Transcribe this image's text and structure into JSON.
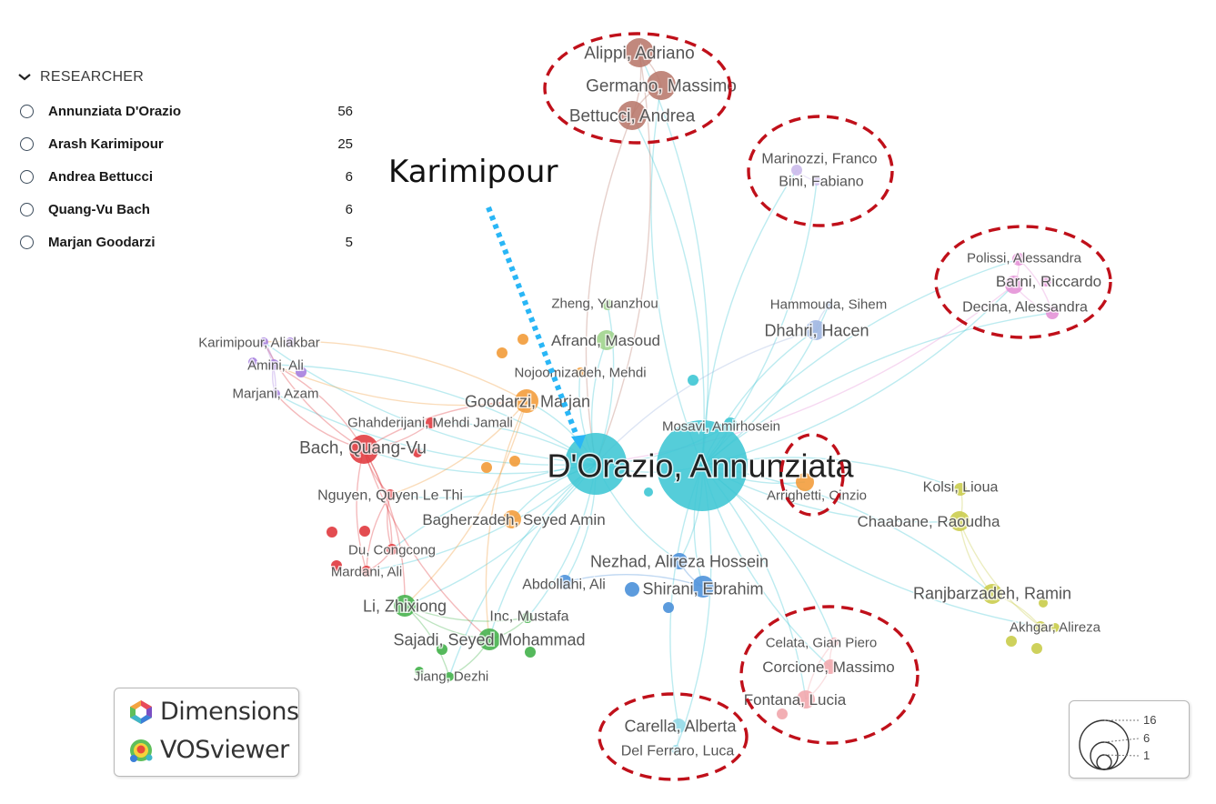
{
  "sidebar": {
    "header": "RESEARCHER",
    "items": [
      {
        "label": "Annunziata D'Orazio",
        "count": "56"
      },
      {
        "label": "Arash Karimipour",
        "count": "25"
      },
      {
        "label": "Andrea Bettucci",
        "count": "6"
      },
      {
        "label": "Quang-Vu Bach",
        "count": "6"
      },
      {
        "label": "Marjan Goodarzi",
        "count": "5"
      }
    ]
  },
  "annotation": {
    "text": "Karimipour",
    "arrow_color": "#29b6f6",
    "circle_color": "#c0101a"
  },
  "logos": {
    "dimensions": "Dimensions",
    "vosviewer": "VOSviewer"
  },
  "size_legend": {
    "values": [
      "16",
      "6",
      "1"
    ]
  },
  "colors": {
    "cyan": "#3ec6d4",
    "red": "#e0393e",
    "orange": "#f29b38",
    "purple": "#a67fdf",
    "green": "#43b14a",
    "blue": "#4a90d9",
    "brown": "#b8776b",
    "pink": "#e48fd6",
    "yellow": "#c9cc4a",
    "lightgreen": "#9ed38a",
    "salmon": "#f1a6ac",
    "lightcyan": "#8fd8e6",
    "lavender": "#c9b8ea",
    "steel": "#9db4e0"
  },
  "network": {
    "nodes": [
      {
        "id": "dorazio",
        "label": "D'Orazio, Annunziata",
        "cluster": "cyan",
        "weight": 56
      },
      {
        "id": "moscyan",
        "label": "",
        "cluster": "cyan",
        "weight": 14
      },
      {
        "id": "mosavi",
        "label": "Mosavi, Amirhosein",
        "cluster": "cyan",
        "weight": 2
      },
      {
        "id": "alippi",
        "label": "Alippi, Adriano",
        "cluster": "brown",
        "weight": 4
      },
      {
        "id": "germano",
        "label": "Germano, Massimo",
        "cluster": "brown",
        "weight": 5
      },
      {
        "id": "bettucci",
        "label": "Bettucci, Andrea",
        "cluster": "brown",
        "weight": 6
      },
      {
        "id": "marinozzi",
        "label": "Marinozzi, Franco",
        "cluster": "lavender",
        "weight": 1
      },
      {
        "id": "bini",
        "label": "Bini, Fabiano",
        "cluster": "lavender",
        "weight": 1
      },
      {
        "id": "polissi",
        "label": "Polissi, Alessandra",
        "cluster": "pink",
        "weight": 1
      },
      {
        "id": "barni",
        "label": "Barni, Riccardo",
        "cluster": "pink",
        "weight": 2
      },
      {
        "id": "decina",
        "label": "Decina, Alessandra",
        "cluster": "pink",
        "weight": 1
      },
      {
        "id": "zheng",
        "label": "Zheng, Yuanzhou",
        "cluster": "lightgreen",
        "weight": 1
      },
      {
        "id": "afrand",
        "label": "Afrand, Masoud",
        "cluster": "lightgreen",
        "weight": 3
      },
      {
        "id": "hammouda",
        "label": "Hammouda, Sihem",
        "cluster": "steel",
        "weight": 1
      },
      {
        "id": "dhahri",
        "label": "Dhahri, Hacen",
        "cluster": "steel",
        "weight": 3
      },
      {
        "id": "karimipour_a",
        "label": "Karimipour, Aliakbar",
        "cluster": "purple",
        "weight": 1
      },
      {
        "id": "amini",
        "label": "Amini, Ali",
        "cluster": "purple",
        "weight": 1
      },
      {
        "id": "marjani",
        "label": "Marjani, Azam",
        "cluster": "purple",
        "weight": 1
      },
      {
        "id": "nojoomizadeh",
        "label": "Nojoomizadeh, Mehdi",
        "cluster": "orange",
        "weight": 1
      },
      {
        "id": "goodarzi",
        "label": "Goodarzi, Marjan",
        "cluster": "orange",
        "weight": 5
      },
      {
        "id": "ghahderijani",
        "label": "Ghahderijani, Mehdi Jamali",
        "cluster": "red",
        "weight": 1
      },
      {
        "id": "bach",
        "label": "Bach, Quang-Vu",
        "cluster": "red",
        "weight": 6
      },
      {
        "id": "nguyen",
        "label": "Nguyen, Quyen Le Thi",
        "cluster": "red",
        "weight": 1
      },
      {
        "id": "du",
        "label": "Du, Congcong",
        "cluster": "red",
        "weight": 1
      },
      {
        "id": "mardani",
        "label": "Mardani, Ali",
        "cluster": "red",
        "weight": 1
      },
      {
        "id": "bagherzadeh",
        "label": "Bagherzadeh, Seyed Amin",
        "cluster": "orange",
        "weight": 2
      },
      {
        "id": "arrighetti",
        "label": "Arrighetti, Cinzio",
        "cluster": "orange",
        "weight": 1
      },
      {
        "id": "kolsi",
        "label": "Kolsi, Lioua",
        "cluster": "yellow",
        "weight": 2
      },
      {
        "id": "chaabane",
        "label": "Chaabane, Raoudha",
        "cluster": "yellow",
        "weight": 3
      },
      {
        "id": "nezhad",
        "label": "Nezhad, Alireza Hossein",
        "cluster": "blue",
        "weight": 3
      },
      {
        "id": "abdollahi",
        "label": "Abdollahi, Ali",
        "cluster": "blue",
        "weight": 2
      },
      {
        "id": "shirani",
        "label": "Shirani, Ebrahim",
        "cluster": "blue",
        "weight": 4
      },
      {
        "id": "li",
        "label": "Li, Zhixiong",
        "cluster": "green",
        "weight": 4
      },
      {
        "id": "inc",
        "label": "Inc, Mustafa",
        "cluster": "green",
        "weight": 1
      },
      {
        "id": "sajadi",
        "label": "Sajadi, Seyed Mohammad",
        "cluster": "green",
        "weight": 3
      },
      {
        "id": "jiang",
        "label": "Jiang, Dezhi",
        "cluster": "green",
        "weight": 1
      },
      {
        "id": "ranjbarzadeh",
        "label": "Ranjbarzadeh, Ramin",
        "cluster": "yellow",
        "weight": 3
      },
      {
        "id": "akhgar",
        "label": "Akhgar, Alireza",
        "cluster": "yellow",
        "weight": 1
      },
      {
        "id": "celata",
        "label": "Celata, Gian Piero",
        "cluster": "salmon",
        "weight": 1
      },
      {
        "id": "corcione",
        "label": "Corcione, Massimo",
        "cluster": "salmon",
        "weight": 2
      },
      {
        "id": "fontana",
        "label": "Fontana, Lucia",
        "cluster": "salmon",
        "weight": 2
      },
      {
        "id": "carella",
        "label": "Carella, Alberta",
        "cluster": "lightcyan",
        "weight": 2
      },
      {
        "id": "delferraro",
        "label": "Del Ferraro, Luca",
        "cluster": "lightcyan",
        "weight": 1
      }
    ]
  }
}
